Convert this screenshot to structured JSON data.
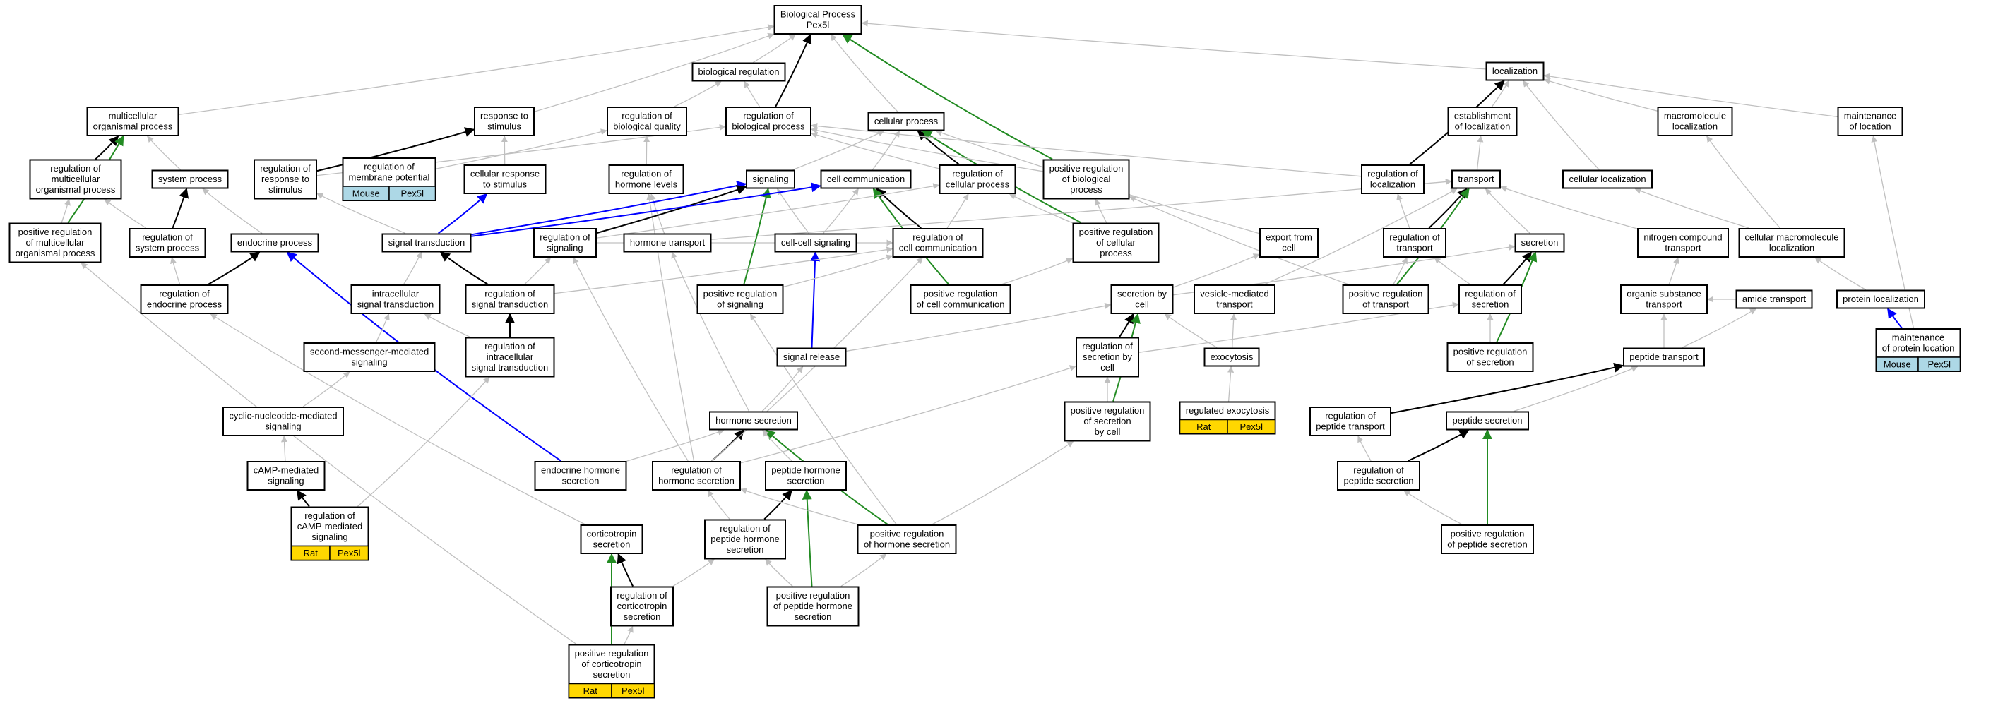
{
  "colors": {
    "gray": "#c0c0c0",
    "black": "#000000",
    "green": "#228b22",
    "blue": "#0000ff",
    "gold": "#ffd700",
    "lightblue": "#add8e6"
  },
  "nodes": [
    {
      "id": "bp",
      "lines": [
        "Biological Process",
        "Pex5l"
      ]
    },
    {
      "id": "breg",
      "lines": [
        "biological regulation"
      ]
    },
    {
      "id": "loc",
      "lines": [
        "localization"
      ]
    },
    {
      "id": "mop",
      "lines": [
        "multicellular",
        "organismal process"
      ]
    },
    {
      "id": "rts",
      "lines": [
        "response to",
        "stimulus"
      ]
    },
    {
      "id": "rbq",
      "lines": [
        "regulation of",
        "biological quality"
      ]
    },
    {
      "id": "rbp",
      "lines": [
        "regulation of",
        "biological process"
      ]
    },
    {
      "id": "cp",
      "lines": [
        "cellular process"
      ]
    },
    {
      "id": "eol",
      "lines": [
        "establishment",
        "of localization"
      ]
    },
    {
      "id": "macl",
      "lines": [
        "macromolecule",
        "localization"
      ]
    },
    {
      "id": "mol",
      "lines": [
        "maintenance",
        "of location"
      ]
    },
    {
      "id": "rmop",
      "lines": [
        "regulation of",
        "multicellular",
        "organismal process"
      ]
    },
    {
      "id": "sysp",
      "lines": [
        "system process"
      ]
    },
    {
      "id": "rrts",
      "lines": [
        "regulation of",
        "response to",
        "stimulus"
      ]
    },
    {
      "id": "rmp",
      "lines": [
        "regulation of",
        "membrane potential"
      ]
    },
    {
      "id": "crts",
      "lines": [
        "cellular response",
        "to stimulus"
      ]
    },
    {
      "id": "rhl",
      "lines": [
        "regulation of",
        "hormone levels"
      ]
    },
    {
      "id": "sig",
      "lines": [
        "signaling"
      ]
    },
    {
      "id": "cc",
      "lines": [
        "cell communication"
      ]
    },
    {
      "id": "rcp",
      "lines": [
        "regulation of",
        "cellular process"
      ]
    },
    {
      "id": "prbp",
      "lines": [
        "positive regulation",
        "of biological",
        "process"
      ]
    },
    {
      "id": "rloc",
      "lines": [
        "regulation of",
        "localization"
      ]
    },
    {
      "id": "tr",
      "lines": [
        "transport"
      ]
    },
    {
      "id": "cloc",
      "lines": [
        "cellular localization"
      ]
    },
    {
      "id": "prmop",
      "lines": [
        "positive regulation",
        "of multicellular",
        "organismal process"
      ]
    },
    {
      "id": "rsp",
      "lines": [
        "regulation of",
        "system process"
      ]
    },
    {
      "id": "ep",
      "lines": [
        "endocrine process"
      ]
    },
    {
      "id": "st",
      "lines": [
        "signal transduction"
      ]
    },
    {
      "id": "rsig",
      "lines": [
        "regulation of",
        "signaling"
      ]
    },
    {
      "id": "ht",
      "lines": [
        "hormone transport"
      ]
    },
    {
      "id": "ccs",
      "lines": [
        "cell-cell signaling"
      ]
    },
    {
      "id": "rcc",
      "lines": [
        "regulation of",
        "cell communication"
      ]
    },
    {
      "id": "prcp",
      "lines": [
        "positive regulation",
        "of cellular",
        "process"
      ]
    },
    {
      "id": "efc",
      "lines": [
        "export from",
        "cell"
      ]
    },
    {
      "id": "rtr",
      "lines": [
        "regulation of",
        "transport"
      ]
    },
    {
      "id": "sec",
      "lines": [
        "secretion"
      ]
    },
    {
      "id": "nct",
      "lines": [
        "nitrogen compound",
        "transport"
      ]
    },
    {
      "id": "cml",
      "lines": [
        "cellular macromolecule",
        "localization"
      ]
    },
    {
      "id": "rep",
      "lines": [
        "regulation of",
        "endocrine process"
      ]
    },
    {
      "id": "ist",
      "lines": [
        "intracellular",
        "signal transduction"
      ]
    },
    {
      "id": "rst",
      "lines": [
        "regulation of",
        "signal transduction"
      ]
    },
    {
      "id": "prsig",
      "lines": [
        "positive regulation",
        "of signaling"
      ]
    },
    {
      "id": "prcc",
      "lines": [
        "positive regulation",
        "of cell communication"
      ]
    },
    {
      "id": "sbc",
      "lines": [
        "secretion by",
        "cell"
      ]
    },
    {
      "id": "vmt",
      "lines": [
        "vesicle-mediated",
        "transport"
      ]
    },
    {
      "id": "prtr",
      "lines": [
        "positive regulation",
        "of transport"
      ]
    },
    {
      "id": "rsec",
      "lines": [
        "regulation of",
        "secretion"
      ]
    },
    {
      "id": "ost",
      "lines": [
        "organic substance",
        "transport"
      ]
    },
    {
      "id": "amt",
      "lines": [
        "amide transport"
      ]
    },
    {
      "id": "pl",
      "lines": [
        "protein localization"
      ]
    },
    {
      "id": "smms",
      "lines": [
        "second-messenger-mediated",
        "signaling"
      ]
    },
    {
      "id": "rist",
      "lines": [
        "regulation of",
        "intracellular",
        "signal transduction"
      ]
    },
    {
      "id": "srel",
      "lines": [
        "signal release"
      ]
    },
    {
      "id": "rsbc",
      "lines": [
        "regulation of",
        "secretion by",
        "cell"
      ]
    },
    {
      "id": "exo",
      "lines": [
        "exocytosis"
      ]
    },
    {
      "id": "prsec",
      "lines": [
        "positive regulation",
        "of secretion"
      ]
    },
    {
      "id": "pt",
      "lines": [
        "peptide transport"
      ]
    },
    {
      "id": "cnms",
      "lines": [
        "cyclic-nucleotide-mediated",
        "signaling"
      ]
    },
    {
      "id": "prsbc",
      "lines": [
        "positive regulation",
        "of secretion",
        "by cell"
      ]
    },
    {
      "id": "hs",
      "lines": [
        "hormone secretion"
      ]
    },
    {
      "id": "rpt",
      "lines": [
        "regulation of",
        "peptide transport"
      ]
    },
    {
      "id": "ps",
      "lines": [
        "peptide secretion"
      ]
    },
    {
      "id": "camp",
      "lines": [
        "cAMP-mediated",
        "signaling"
      ]
    },
    {
      "id": "ehs",
      "lines": [
        "endocrine hormone",
        "secretion"
      ]
    },
    {
      "id": "rhs",
      "lines": [
        "regulation of",
        "hormone secretion"
      ]
    },
    {
      "id": "phs",
      "lines": [
        "peptide hormone",
        "secretion"
      ]
    },
    {
      "id": "rps",
      "lines": [
        "regulation of",
        "peptide secretion"
      ]
    },
    {
      "id": "cts",
      "lines": [
        "corticotropin",
        "secretion"
      ]
    },
    {
      "id": "rphs",
      "lines": [
        "regulation of",
        "peptide hormone",
        "secretion"
      ]
    },
    {
      "id": "prhs",
      "lines": [
        "positive regulation",
        "of hormone secretion"
      ]
    },
    {
      "id": "prps",
      "lines": [
        "positive regulation",
        "of peptide secretion"
      ]
    },
    {
      "id": "rcts",
      "lines": [
        "regulation of",
        "corticotropin",
        "secretion"
      ]
    },
    {
      "id": "prphs",
      "lines": [
        "positive regulation",
        "of peptide hormone",
        "secretion"
      ]
    },
    {
      "id": "prcts",
      "lines": [
        "positive regulation",
        "of corticotropin",
        "secretion"
      ]
    },
    {
      "id": "mopl",
      "lines": [
        "maintenance",
        "of protein location"
      ]
    },
    {
      "id": "rcamp",
      "lines": [
        "regulation of",
        "cAMP-mediated",
        "signaling"
      ]
    },
    {
      "id": "rexo",
      "lines": [
        "regulated exocytosis"
      ]
    }
  ],
  "annotations": [
    {
      "node": "rmp",
      "cells": [
        {
          "text": "Mouse",
          "color": "lightblue"
        },
        {
          "text": "Pex5l",
          "color": "lightblue"
        }
      ]
    },
    {
      "node": "mopl",
      "cells": [
        {
          "text": "Mouse",
          "color": "lightblue"
        },
        {
          "text": "Pex5l",
          "color": "lightblue"
        }
      ]
    },
    {
      "node": "rexo",
      "cells": [
        {
          "text": "Rat",
          "color": "gold"
        },
        {
          "text": "Pex5l",
          "color": "gold"
        }
      ]
    },
    {
      "node": "rcamp",
      "cells": [
        {
          "text": "Rat",
          "color": "gold"
        },
        {
          "text": "Pex5l",
          "color": "gold"
        }
      ]
    },
    {
      "node": "prcts",
      "cells": [
        {
          "text": "Rat",
          "color": "gold"
        },
        {
          "text": "Pex5l",
          "color": "gold"
        }
      ]
    }
  ],
  "edges": [
    [
      "breg",
      "bp",
      "gray"
    ],
    [
      "loc",
      "bp",
      "gray"
    ],
    [
      "mop",
      "bp",
      "gray"
    ],
    [
      "rts",
      "bp",
      "gray"
    ],
    [
      "cp",
      "bp",
      "gray"
    ],
    [
      "rbp",
      "bp",
      "black"
    ],
    [
      "prbp",
      "bp",
      "green"
    ],
    [
      "rbq",
      "breg",
      "gray"
    ],
    [
      "rbp",
      "breg",
      "gray"
    ],
    [
      "eol",
      "loc",
      "gray"
    ],
    [
      "macl",
      "loc",
      "gray"
    ],
    [
      "mol",
      "loc",
      "gray"
    ],
    [
      "cloc",
      "loc",
      "gray"
    ],
    [
      "rloc",
      "loc",
      "black"
    ],
    [
      "rmop",
      "mop",
      "black"
    ],
    [
      "sysp",
      "mop",
      "gray"
    ],
    [
      "prmop",
      "mop",
      "green"
    ],
    [
      "rrts",
      "rts",
      "black"
    ],
    [
      "crts",
      "rts",
      "gray"
    ],
    [
      "rhl",
      "rbq",
      "gray"
    ],
    [
      "rmp",
      "rbq",
      "gray"
    ],
    [
      "rcp",
      "cp",
      "black"
    ],
    [
      "sig",
      "cp",
      "gray"
    ],
    [
      "cc",
      "cp",
      "gray"
    ],
    [
      "prcp",
      "cp",
      "green"
    ],
    [
      "rloc",
      "rbp",
      "gray"
    ],
    [
      "rcp",
      "rbp",
      "gray"
    ],
    [
      "prbp",
      "rbp",
      "gray"
    ],
    [
      "rrts",
      "rbp",
      "gray"
    ],
    [
      "tr",
      "eol",
      "gray"
    ],
    [
      "cml",
      "macl",
      "gray"
    ],
    [
      "mopl",
      "mol",
      "gray"
    ],
    [
      "rsp",
      "sysp",
      "black"
    ],
    [
      "ep",
      "sysp",
      "gray"
    ],
    [
      "prmop",
      "rmop",
      "gray"
    ],
    [
      "rsp",
      "rmop",
      "gray"
    ],
    [
      "st",
      "crts",
      "blue"
    ],
    [
      "st",
      "rrts",
      "gray"
    ],
    [
      "ht",
      "rhl",
      "gray"
    ],
    [
      "rhs",
      "rhl",
      "gray"
    ],
    [
      "st",
      "sig",
      "blue"
    ],
    [
      "rsig",
      "sig",
      "black"
    ],
    [
      "prsig",
      "sig",
      "green"
    ],
    [
      "ccs",
      "sig",
      "gray"
    ],
    [
      "st",
      "cc",
      "blue"
    ],
    [
      "ccs",
      "cc",
      "gray"
    ],
    [
      "rcc",
      "cc",
      "black"
    ],
    [
      "prcc",
      "cc",
      "green"
    ],
    [
      "rsig",
      "rcp",
      "gray"
    ],
    [
      "rcc",
      "rcp",
      "gray"
    ],
    [
      "prcp",
      "rcp",
      "gray"
    ],
    [
      "prcp",
      "prbp",
      "gray"
    ],
    [
      "prtr",
      "prbp",
      "gray"
    ],
    [
      "rtr",
      "rloc",
      "gray"
    ],
    [
      "rtr",
      "tr",
      "black"
    ],
    [
      "prtr",
      "tr",
      "green"
    ],
    [
      "sec",
      "tr",
      "gray"
    ],
    [
      "nct",
      "tr",
      "gray"
    ],
    [
      "vmt",
      "tr",
      "gray"
    ],
    [
      "ht",
      "tr",
      "gray"
    ],
    [
      "pl",
      "cml",
      "gray"
    ],
    [
      "cml",
      "cloc",
      "gray"
    ],
    [
      "rep",
      "ep",
      "black"
    ],
    [
      "ehs",
      "ep",
      "blue"
    ],
    [
      "rep",
      "rsp",
      "gray"
    ],
    [
      "ist",
      "st",
      "gray"
    ],
    [
      "rst",
      "st",
      "black"
    ],
    [
      "rst",
      "rsig",
      "gray"
    ],
    [
      "rsig",
      "rcc",
      "gray"
    ],
    [
      "hs",
      "ht",
      "gray"
    ],
    [
      "srel",
      "ccs",
      "blue"
    ],
    [
      "rst",
      "rcc",
      "gray"
    ],
    [
      "prsig",
      "rcc",
      "gray"
    ],
    [
      "prcc",
      "prcp",
      "gray"
    ],
    [
      "sbc",
      "efc",
      "gray"
    ],
    [
      "efc",
      "cp",
      "gray"
    ],
    [
      "prtr",
      "rtr",
      "gray"
    ],
    [
      "rsec",
      "rtr",
      "gray"
    ],
    [
      "rsec",
      "sec",
      "black"
    ],
    [
      "prsec",
      "sec",
      "green"
    ],
    [
      "sbc",
      "sec",
      "gray"
    ],
    [
      "ost",
      "nct",
      "gray"
    ],
    [
      "amt",
      "ost",
      "gray"
    ],
    [
      "pt",
      "amt",
      "gray"
    ],
    [
      "mopl",
      "pl",
      "blue"
    ],
    [
      "smms",
      "ist",
      "gray"
    ],
    [
      "rist",
      "rst",
      "black"
    ],
    [
      "rist",
      "ist",
      "gray"
    ],
    [
      "srel",
      "sbc",
      "gray"
    ],
    [
      "rsbc",
      "sbc",
      "black"
    ],
    [
      "prsbc",
      "sbc",
      "green"
    ],
    [
      "exo",
      "sbc",
      "gray"
    ],
    [
      "exo",
      "vmt",
      "gray"
    ],
    [
      "rexo",
      "exo",
      "gray"
    ],
    [
      "prsec",
      "rsec",
      "gray"
    ],
    [
      "rsbc",
      "rsec",
      "gray"
    ],
    [
      "pt",
      "ost",
      "gray"
    ],
    [
      "ps",
      "pt",
      "gray"
    ],
    [
      "rpt",
      "pt",
      "black"
    ],
    [
      "cnms",
      "smms",
      "gray"
    ],
    [
      "camp",
      "cnms",
      "gray"
    ],
    [
      "rcamp",
      "camp",
      "black"
    ],
    [
      "rcamp",
      "rist",
      "gray"
    ],
    [
      "prsbc",
      "rsbc",
      "gray"
    ],
    [
      "hs",
      "srel",
      "gray"
    ],
    [
      "ehs",
      "hs",
      "gray"
    ],
    [
      "rhs",
      "hs",
      "black"
    ],
    [
      "prhs",
      "hs",
      "green"
    ],
    [
      "phs",
      "hs",
      "gray"
    ],
    [
      "rps",
      "ps",
      "black"
    ],
    [
      "prps",
      "ps",
      "green"
    ],
    [
      "rps",
      "rpt",
      "gray"
    ],
    [
      "rphs",
      "phs",
      "black"
    ],
    [
      "prphs",
      "phs",
      "green"
    ],
    [
      "rcts",
      "cts",
      "black"
    ],
    [
      "prcts",
      "cts",
      "green"
    ],
    [
      "rphs",
      "rhs",
      "gray"
    ],
    [
      "prhs",
      "rhs",
      "gray"
    ],
    [
      "prps",
      "rps",
      "gray"
    ],
    [
      "prphs",
      "rphs",
      "gray"
    ],
    [
      "rcts",
      "rphs",
      "gray"
    ],
    [
      "prcts",
      "rcts",
      "gray"
    ],
    [
      "prphs",
      "prhs",
      "gray"
    ],
    [
      "prhs",
      "prsbc",
      "gray"
    ],
    [
      "prhs",
      "prsig",
      "gray"
    ],
    [
      "rhs",
      "rsbc",
      "gray"
    ],
    [
      "rhs",
      "rcc",
      "gray"
    ],
    [
      "rhs",
      "rsig",
      "gray"
    ],
    [
      "prcts",
      "prmop",
      "gray"
    ],
    [
      "cts",
      "rep",
      "gray"
    ]
  ]
}
